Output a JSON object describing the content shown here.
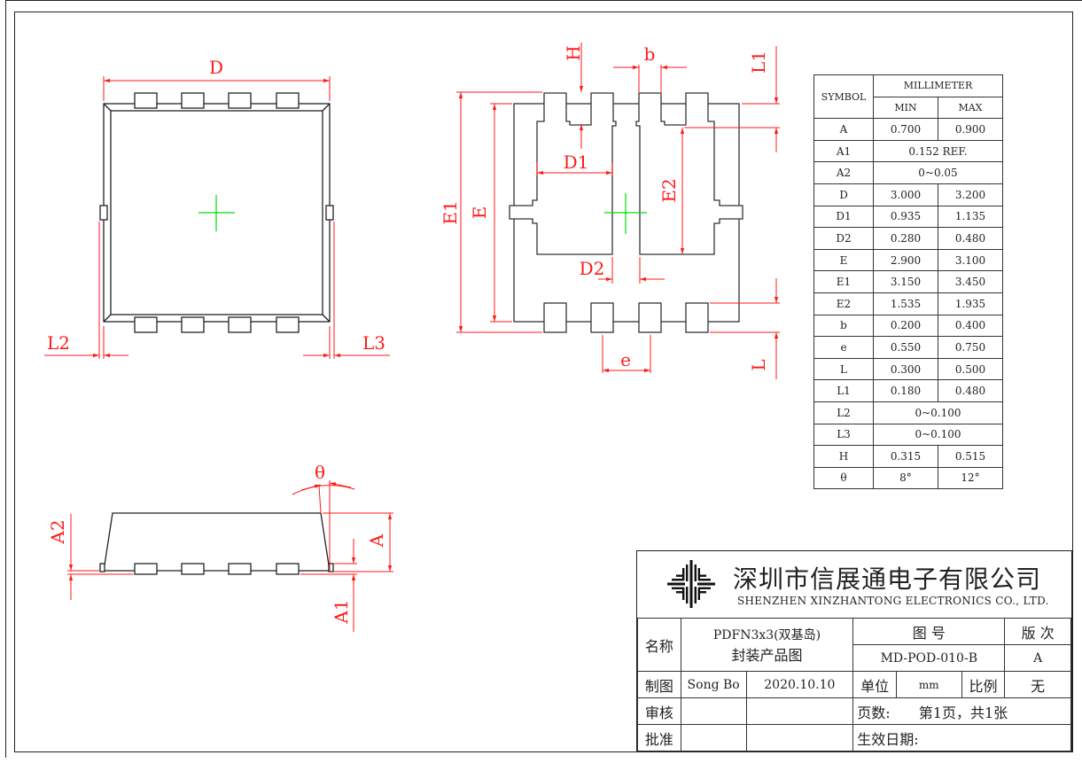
{
  "drawing": {
    "top_view_labels": {
      "D": "D",
      "L2": "L2",
      "L3": "L3"
    },
    "bottom_view_labels": {
      "H": "H",
      "b": "b",
      "L1": "L1",
      "E1": "E1",
      "E": "E",
      "D1": "D1",
      "E2": "E2",
      "D2": "D2",
      "e": "e",
      "L": "L"
    },
    "side_view_labels": {
      "theta": "θ",
      "A": "A",
      "A1": "A1",
      "A2": "A2"
    },
    "colors": {
      "outline": "#222222",
      "dimension": "#ff1a1a",
      "center_mark": "#00dd00"
    }
  },
  "spec_table": {
    "symbol_header": "SYMBOL",
    "unit_header": "MILLIMETER",
    "min_header": "MIN",
    "max_header": "MAX",
    "rows": [
      {
        "symbol": "A",
        "min": "0.700",
        "max": "0.900"
      },
      {
        "symbol": "A1",
        "span": "0.152 REF."
      },
      {
        "symbol": "A2",
        "span": "0~0.05"
      },
      {
        "symbol": "D",
        "min": "3.000",
        "max": "3.200"
      },
      {
        "symbol": "D1",
        "min": "0.935",
        "max": "1.135"
      },
      {
        "symbol": "D2",
        "min": "0.280",
        "max": "0.480"
      },
      {
        "symbol": "E",
        "min": "2.900",
        "max": "3.100"
      },
      {
        "symbol": "E1",
        "min": "3.150",
        "max": "3.450"
      },
      {
        "symbol": "E2",
        "min": "1.535",
        "max": "1.935"
      },
      {
        "symbol": "b",
        "min": "0.200",
        "max": "0.400"
      },
      {
        "symbol": "e",
        "min": "0.550",
        "max": "0.750"
      },
      {
        "symbol": "L",
        "min": "0.300",
        "max": "0.500"
      },
      {
        "symbol": "L1",
        "min": "0.180",
        "max": "0.480"
      },
      {
        "symbol": "L2",
        "span": "0~0.100"
      },
      {
        "symbol": "L3",
        "span": "0~0.100"
      },
      {
        "symbol": "H",
        "min": "0.315",
        "max": "0.515"
      },
      {
        "symbol": "θ",
        "min": "8°",
        "max": "12°"
      }
    ]
  },
  "title_block": {
    "company_cn": "深圳市信展通电子有限公司",
    "company_en": "SHENZHEN XINZHANTONG ELECTRONICS CO., LTD.",
    "name_label": "名称",
    "name_line1": "PDFN3x3(双基岛)",
    "name_line2": "封装产品图",
    "drawing_no_label": "图 号",
    "drawing_no": "MD-POD-010-B",
    "revision_label": "版 次",
    "revision": "A",
    "drawn_label": "制图",
    "drawn_by": "Song Bo",
    "date": "2020.10.10",
    "unit_label": "单位",
    "unit": "mm",
    "scale_label": "比例",
    "scale": "无",
    "review_label": "审核",
    "approve_label": "批准",
    "pages_label": "页数:",
    "pages": "第1页，共1张",
    "effective_date_label": "生效日期:"
  }
}
